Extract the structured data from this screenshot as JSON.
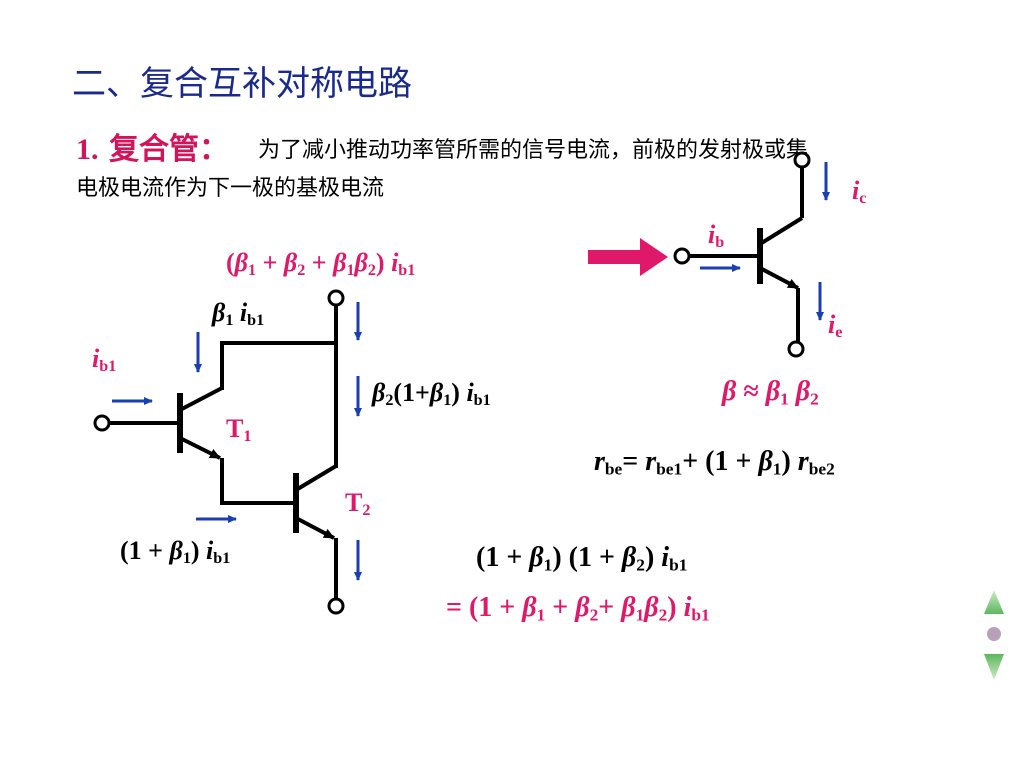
{
  "title": "二、复合互补对称电路",
  "section": {
    "number": "1.",
    "heading": "复合管：",
    "description_line1": "为了减小推动功率管所需的信号电流，前极的发射极或集",
    "description_line2": "电极电流作为下一极的基极电流"
  },
  "labels": {
    "top_total": {
      "open": "(",
      "b1": "1",
      "plus1": " + ",
      "b2": "2",
      "plus2": " + ",
      "b12a": "1",
      "b12b": "2",
      "close": ") ",
      "i_sub": "b1"
    },
    "beta1_ib1": {
      "b1": "1",
      "i_sub": "b1"
    },
    "ib1_left": {
      "i_sub": "b1"
    },
    "beta2_term": {
      "b2": "2",
      "mid": "(1+",
      "b1": "1",
      "close": ") ",
      "i_sub": "b1"
    },
    "t1": {
      "T": "T",
      "sub": "1"
    },
    "t2": {
      "T": "T",
      "sub": "2"
    },
    "bottom_left": {
      "open": "(1 + ",
      "b1": "1",
      "close": ") ",
      "i_sub": "b1"
    },
    "ic": {
      "sub": "c"
    },
    "ib": {
      "sub": "b"
    },
    "ie": {
      "sub": "e"
    },
    "beta_approx": {
      "approx": " ≈ ",
      "b1": "1",
      "b2": "2"
    },
    "rbe": {
      "r1sub": "be",
      "eq": "= ",
      "r2sub": "be1",
      "mid": "+ (1 + ",
      "b1": "1",
      "close": ") ",
      "r3sub": "be2"
    },
    "product": {
      "p1": "(1 + ",
      "b1": "1",
      "p2": ") (1 + ",
      "b2": "2",
      "p3": ") ",
      "i_sub": "b1"
    },
    "sum": {
      "p1": "= (1 + ",
      "b1": "1",
      "p2": " + ",
      "b2": "2",
      "p3": "+ ",
      "b12a": "1",
      "b12b": "2",
      "p4": ") ",
      "i_sub": "b1"
    }
  },
  "colors": {
    "accent": "#e0186a",
    "title": "#1a2a8c",
    "arrow": "#1a3fb0",
    "nav": "#5cb85c"
  },
  "nav_icons": [
    "triangle-up-icon",
    "circle-icon",
    "triangle-down-icon"
  ]
}
